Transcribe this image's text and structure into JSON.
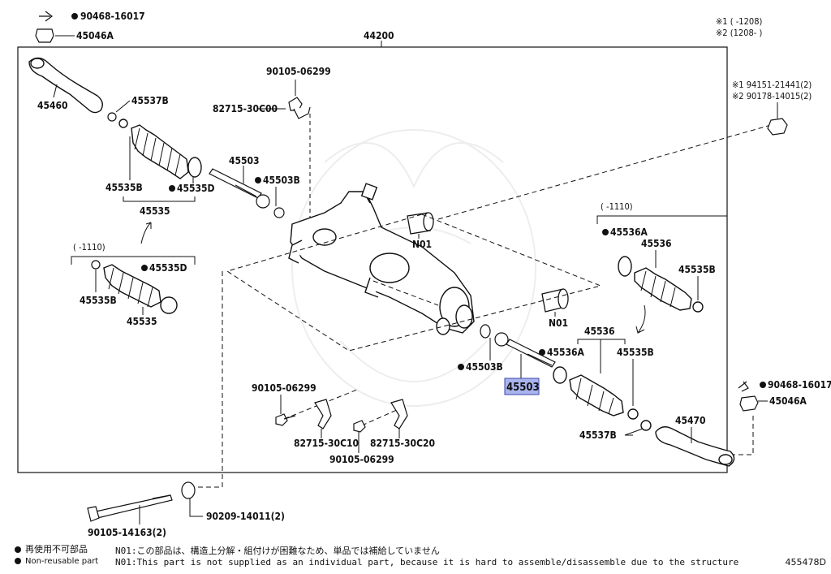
{
  "diagram_id": "455478D",
  "assembly": "44200",
  "notes": {
    "n1": "※1 (     -1208)",
    "n2": "※2 (1208-     )",
    "n3": "※1 94151-21441(2)",
    "n4": "※2 90178-14015(2)"
  },
  "brackets": {
    "left_range": "(     -1110)",
    "right_range": "(     -1110)"
  },
  "labels": {
    "p90468_16017_a": "90468-16017",
    "p45046a_a": "45046A",
    "p45460": "45460",
    "p45537b_a": "45537B",
    "p45535b_a": "45535B",
    "p45535d_a": "45535D",
    "p45535_a": "45535",
    "p45535d_b": "45535D",
    "p45535b_b": "45535B",
    "p45535_b": "45535",
    "p90105_06299_a": "90105-06299",
    "p82715_30c00": "82715-30C00",
    "p45503_a": "45503",
    "p45503b_a": "45503B",
    "pn01_a": "N01",
    "pn01_b": "N01",
    "p45536a_a": "45536A",
    "p45536_a": "45536",
    "p45535b_c": "45535B",
    "p45536_b": "45536",
    "p45536a_b": "45536A",
    "p45535b_d": "45535B",
    "p45503b_b": "45503B",
    "p45503_hl": "45503",
    "p90468_16017_b": "90468-16017",
    "p45046a_b": "45046A",
    "p45470": "45470",
    "p45537b_b": "45537B",
    "p90105_06299_b": "90105-06299",
    "p82715_30c10": "82715-30C10",
    "p82715_30c20": "82715-30C20",
    "p90105_06299_c": "90105-06299",
    "p90105_14163": "90105-14163(2)",
    "p90209_14011": "90209-14011(2)"
  },
  "footer": {
    "legend_jp": "再使用不可部品",
    "legend_en": "Non-reusable part",
    "note_jp": "N01:この部品は、構造上分解・組付けが困難なため、単品では補給していません",
    "note_en": "N01:This part is not supplied as an individual part, because it is hard to assemble/disassemble due to the structure"
  },
  "colors": {
    "highlight_fill": "#a9b4ee",
    "highlight_stroke": "#3d47a8",
    "line": "#111111"
  }
}
